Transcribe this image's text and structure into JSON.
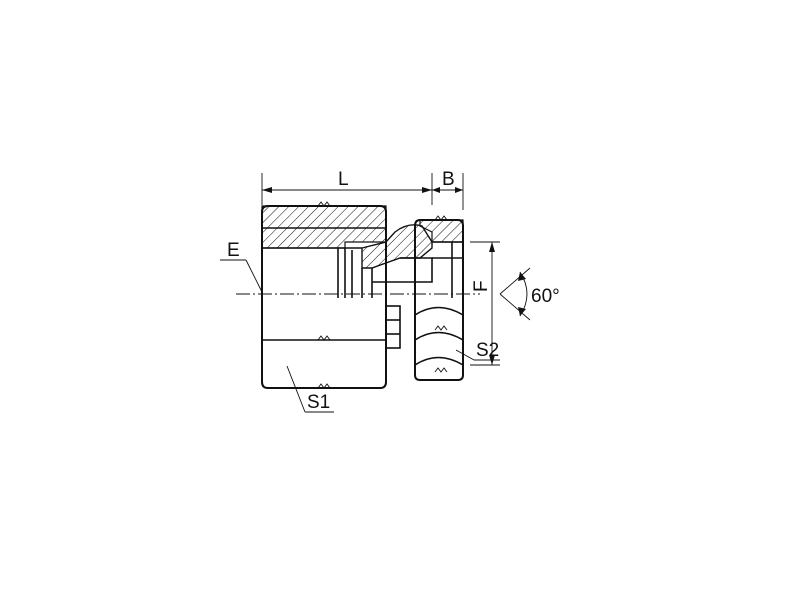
{
  "labels": {
    "L": "L",
    "B": "B",
    "E": "E",
    "F": "F",
    "S1": "S1",
    "S2": "S2",
    "angle": "60°"
  },
  "colors": {
    "line": "#111111",
    "background": "#ffffff"
  }
}
